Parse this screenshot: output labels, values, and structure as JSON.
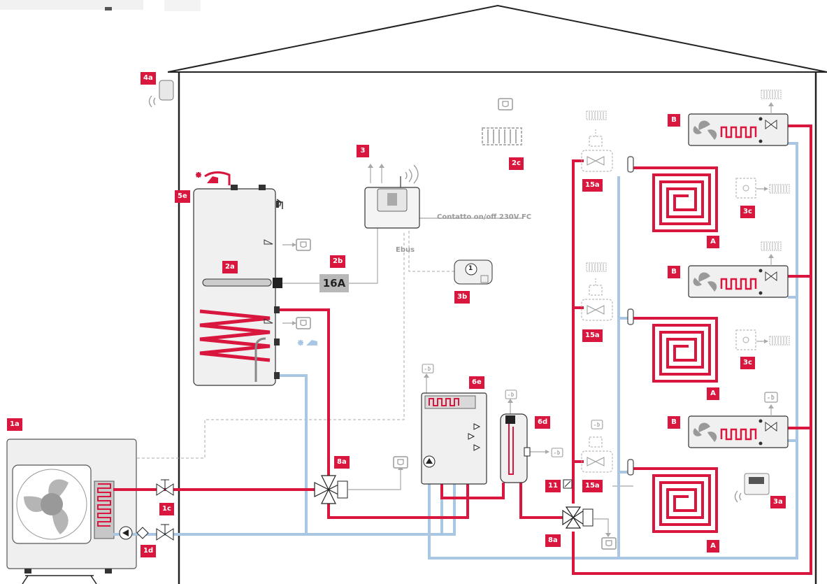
{
  "labels": {
    "outdoor_unit": "1a",
    "valve_1c": "1c",
    "valve_1d": "1d",
    "tank": "2a",
    "fuse": "2b",
    "radiator_2c": "2c",
    "controller": "3",
    "thermostat_3a": "3a",
    "wireless_3b": "3b",
    "zone_3c_top": "3c",
    "zone_3c_mid": "3c",
    "sensor_4a": "4a",
    "tank_inputs": "5e",
    "hydraulic_module": "6e",
    "buffer_tank": "6d",
    "mixer_upper": "8a",
    "mixer_lower": "8a",
    "sensor_11": "11",
    "valve_15a_top": "15a",
    "valve_15a_mid": "15a",
    "valve_15a_bot": "15a",
    "fancoil_top": "B",
    "fancoil_mid": "B",
    "fancoil_bot": "B",
    "floor_top": "A",
    "floor_mid": "A",
    "floor_bot": "A"
  },
  "texts": {
    "fuse_rating": "16A",
    "contatto": "Contatto on/off 230V FC",
    "bus": "Ebus",
    "wireless_number": "1"
  },
  "colors": {
    "hot_pipe": "#d8163e",
    "cold_pipe": "#a9c6e3",
    "wire": "#a8a8a8",
    "label_bg": "#d8163e",
    "outline": "#222222"
  }
}
